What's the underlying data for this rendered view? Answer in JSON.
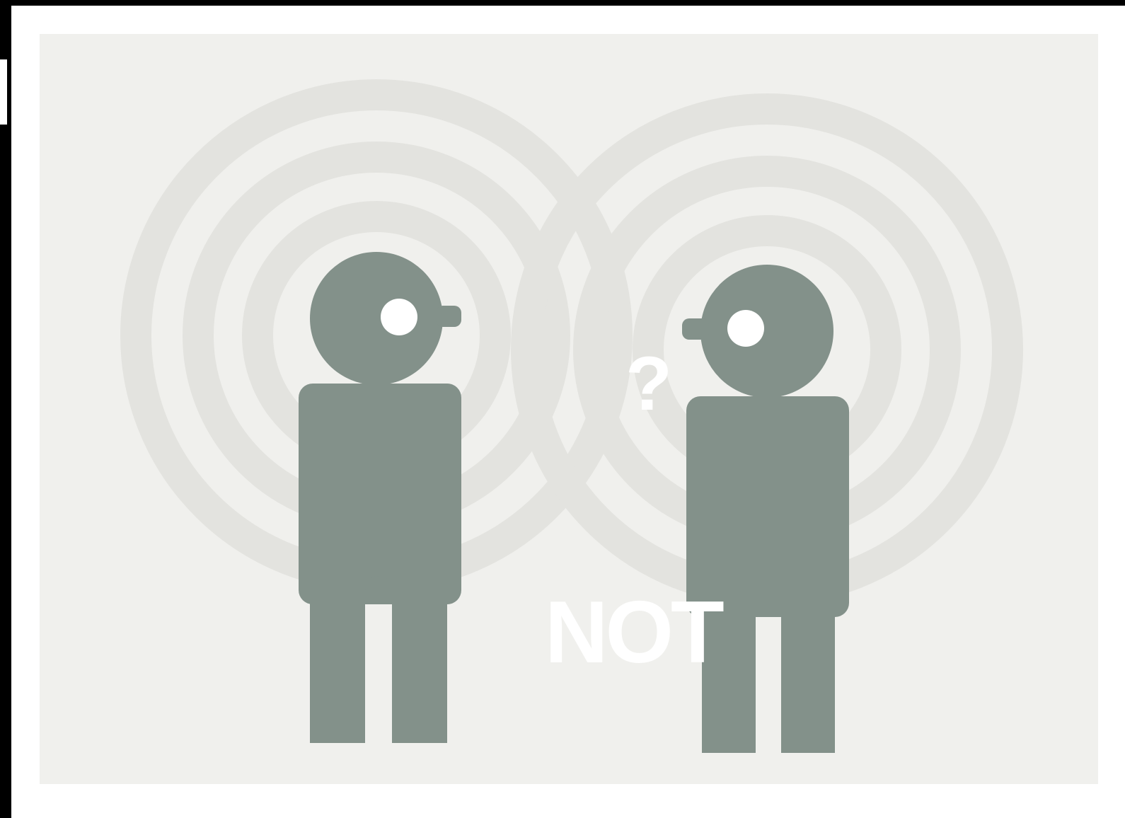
{
  "illustration": {
    "question_mark": "?",
    "caption": "NOT"
  },
  "colors": {
    "background": "#f0f0ed",
    "rings": "#e3e3df",
    "figure": "#83918a",
    "text": "#ffffff",
    "frame": "#000000"
  },
  "icons": [
    "person-left-icon",
    "person-right-icon",
    "signal-rings-left",
    "signal-rings-right"
  ]
}
